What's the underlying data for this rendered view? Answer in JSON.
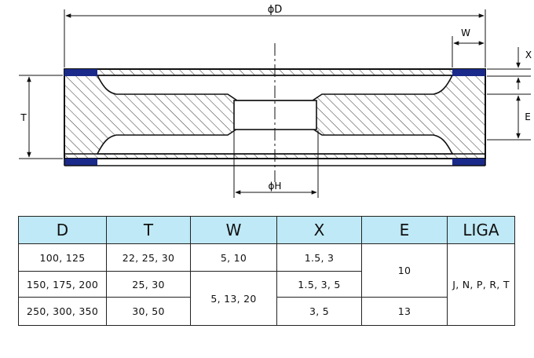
{
  "drawing": {
    "labels": {
      "d": "ϕD",
      "w": "W",
      "x": "X",
      "t": "T",
      "e": "E",
      "h": "ϕH"
    },
    "colors": {
      "line": "#111111",
      "accent": "#1a2a8a",
      "hatch": "#333333"
    }
  },
  "table": {
    "headers": [
      "D",
      "T",
      "W",
      "X",
      "E",
      "LIGA"
    ],
    "cells": {
      "d1": "100, 125",
      "d2": "150, 175, 200",
      "d3": "250, 300, 350",
      "t1": "22, 25, 30",
      "t2": "25, 30",
      "t3": "30, 50",
      "w1": "5, 10",
      "w2": "5, 13, 20",
      "x1": "1.5, 3",
      "x2": "1.5, 3, 5",
      "x3": "3, 5",
      "e1": "10",
      "e2": "13",
      "liga": "J, N, P, R, T"
    },
    "header_color": "#bfe9f6"
  }
}
